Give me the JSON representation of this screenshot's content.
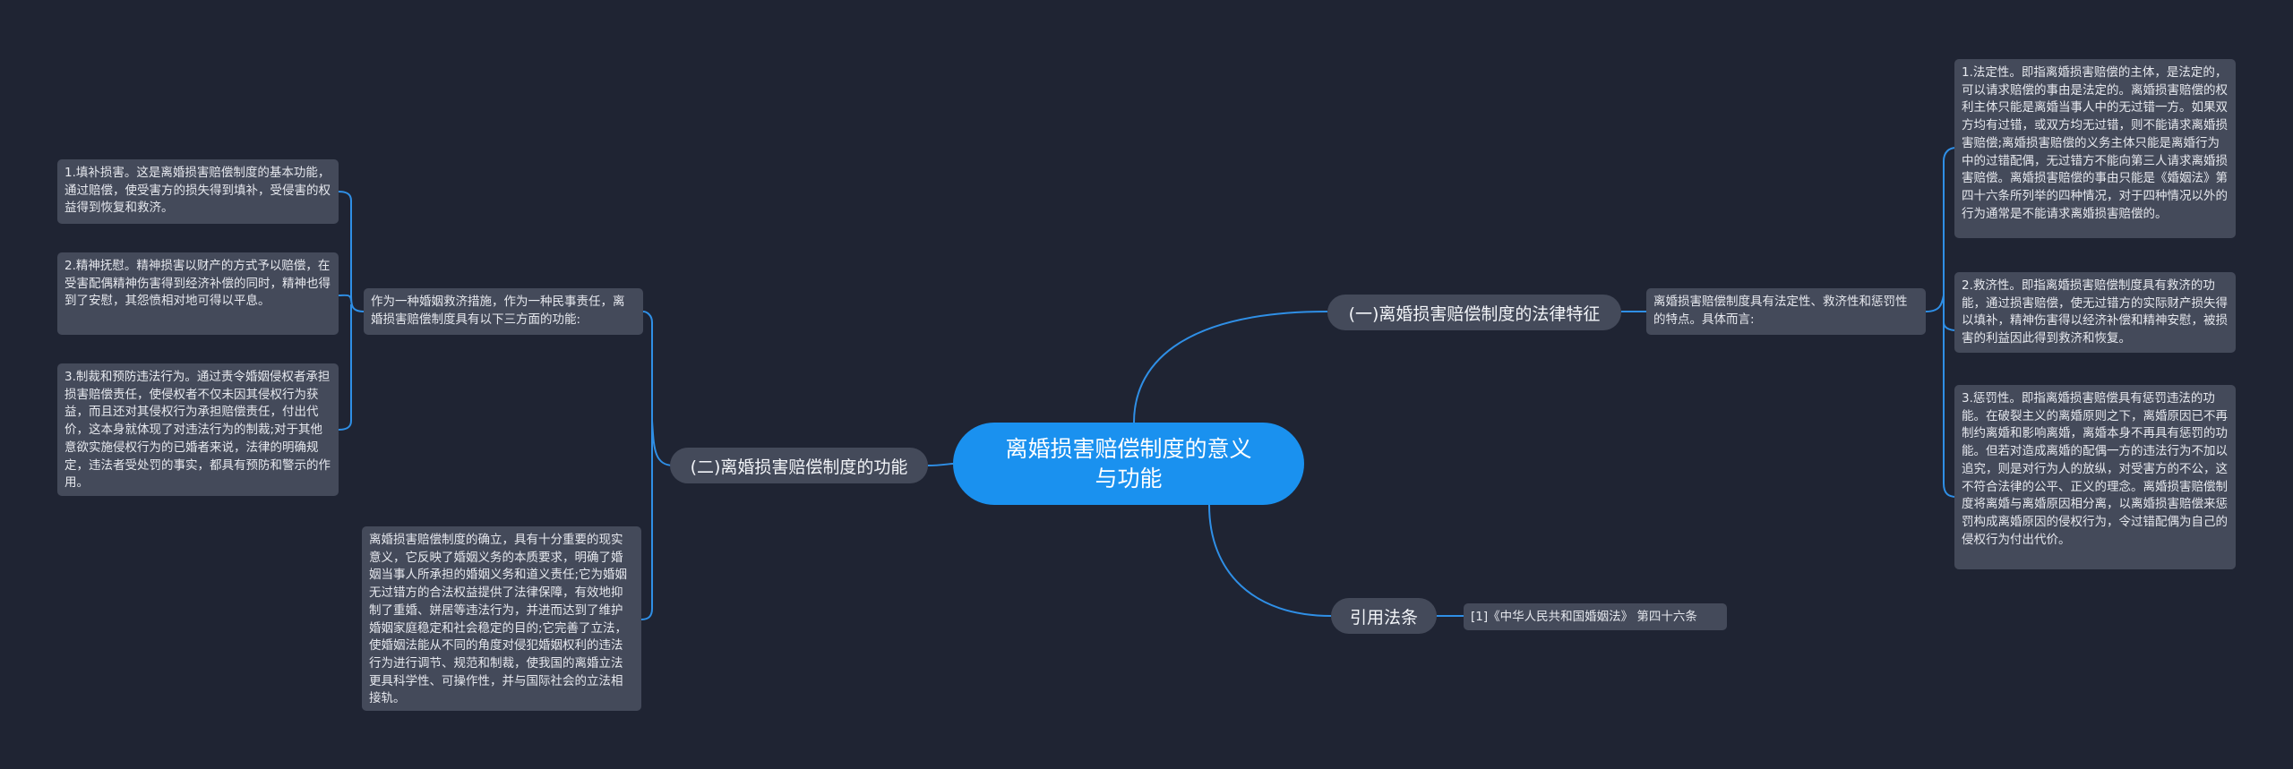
{
  "root": {
    "title_line1": "离婚损害赔偿制度的意义",
    "title_line2": "与功能"
  },
  "branches": {
    "legal_features": "(一)离婚损害赔偿制度的法律特征",
    "functions": "(二)离婚损害赔偿制度的功能",
    "citation": "引用法条"
  },
  "legal_features": {
    "intro": "离婚损害赔偿制度具有法定性、救济性和惩罚性的特点。具体而言:",
    "items": [
      "1.法定性。即指离婚损害赔偿的主体，是法定的，可以请求赔偿的事由是法定的。离婚损害赔偿的权利主体只能是离婚当事人中的无过错一方。如果双方均有过错，或双方均无过错，则不能请求离婚损害赔偿;离婚损害赔偿的义务主体只能是离婚行为中的过错配偶，无过错方不能向第三人请求离婚损害赔偿。离婚损害赔偿的事由只能是《婚姻法》第四十六条所列举的四种情况，对于四种情况以外的行为通常是不能请求离婚损害赔偿的。",
      "2.救济性。即指离婚损害赔偿制度具有救济的功能，通过损害赔偿，使无过错方的实际财产损失得以填补，精神伤害得以经济补偿和精神安慰，被损害的利益因此得到救济和恢复。",
      "3.惩罚性。即指离婚损害赔偿具有惩罚违法的功能。在破裂主义的离婚原则之下，离婚原因已不再制约离婚和影响离婚，离婚本身不再具有惩罚的功能。但若对造成离婚的配偶一方的违法行为不加以追究，则是对行为人的放纵，对受害方的不公，这不符合法律的公平、正义的理念。离婚损害赔偿制度将离婚与离婚原因相分离，以离婚损害赔偿来惩罚构成离婚原因的侵权行为，令过错配偶为自己的侵权行为付出代价。"
    ]
  },
  "functions": {
    "intro": "作为一种婚姻救济措施，作为一种民事责任，离婚损害赔偿制度具有以下三方面的功能:",
    "items": [
      "1.填补损害。这是离婚损害赔偿制度的基本功能，通过赔偿，使受害方的损失得到填补，受侵害的权益得到恢复和救济。",
      "2.精神抚慰。精神损害以财产的方式予以赔偿，在受害配偶精神伤害得到经济补偿的同时，精神也得到了安慰，其怨愤相对地可得以平息。",
      "3.制裁和预防违法行为。通过责令婚姻侵权者承担损害赔偿责任，使侵权者不仅未因其侵权行为获益，而且还对其侵权行为承担赔偿责任，付出代价，这本身就体现了对违法行为的制裁;对于其他意欲实施侵权行为的已婚者来说，法律的明确规定，违法者受处罚的事实，都具有预防和警示的作用。"
    ],
    "significance": "离婚损害赔偿制度的确立，具有十分重要的现实意义，它反映了婚姻义务的本质要求，明确了婚姻当事人所承担的婚姻义务和道义责任;它为婚姻无过错方的合法权益提供了法律保障，有效地抑制了重婚、姘居等违法行为，并进而达到了维护婚姻家庭稳定和社会稳定的目的;它完善了立法，使婚姻法能从不同的角度对侵犯婚姻权利的违法行为进行调节、规范和制裁，使我国的离婚立法更具科学性、可操作性，并与国际社会的立法相接轨。"
  },
  "citation": {
    "text": "[1]《中华人民共和国婚姻法》 第四十六条"
  },
  "colors": {
    "background": "#1f2433",
    "root": "#1a91ef",
    "node": "#444a5a",
    "connector": "#2f8fe6"
  }
}
